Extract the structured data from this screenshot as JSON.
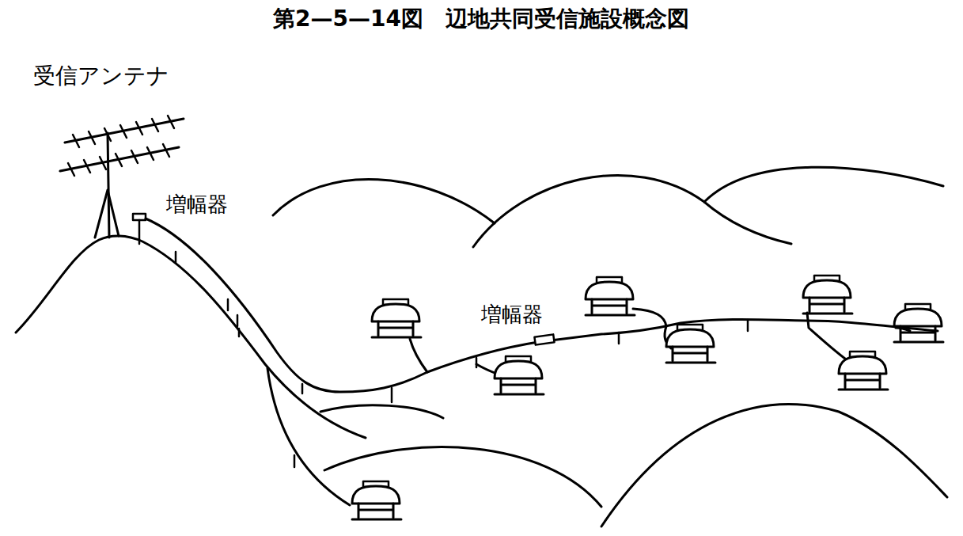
{
  "diagram": {
    "title": "第2—5—14図　辺地共同受信施設概念図",
    "labels": [
      "受信アンテナ",
      "増幅器",
      "増幅器"
    ]
  }
}
